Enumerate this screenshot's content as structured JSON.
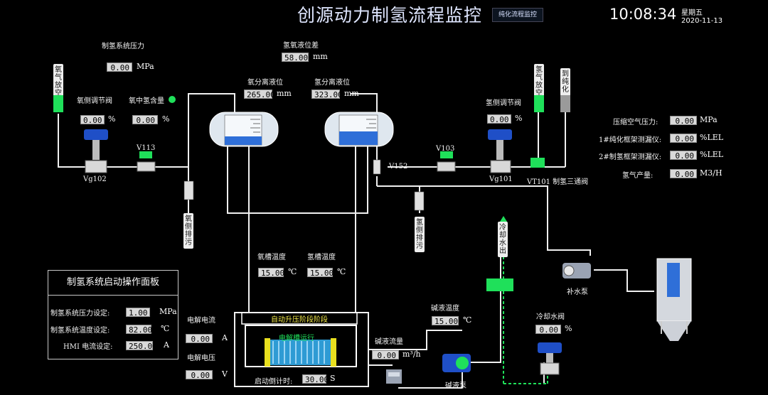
{
  "header": {
    "title": "创源动力制氢流程监控",
    "sub_button": "纯化流程监控",
    "time": "10:08:34",
    "weekday": "星期五",
    "date": "2020-11-13"
  },
  "sensors": {
    "system_pressure": {
      "label": "制氢系统压力",
      "value": "0.00",
      "unit": "MPa"
    },
    "level_diff": {
      "label": "氢氧液位差",
      "value": "58.00",
      "unit": "mm"
    },
    "o2_level": {
      "label": "氧分离液位",
      "value": "265.00",
      "unit": "mm"
    },
    "h2_level": {
      "label": "氢分离液位",
      "value": "323.00",
      "unit": "mm"
    },
    "o2_valve": {
      "label": "氧侧调节阀",
      "value": "0.00",
      "unit": "%"
    },
    "h2_in_o2": {
      "label": "氧中氢含量",
      "value": "0.00",
      "unit": "%"
    },
    "h2_valve": {
      "label": "氢侧调节阀",
      "value": "0.00",
      "unit": "%"
    },
    "air_pressure": {
      "label": "压缩空气压力:",
      "value": "0.00",
      "unit": "MPa"
    },
    "leak1": {
      "label": "1#纯化框架测漏仪:",
      "value": "0.00",
      "unit": "%LEL"
    },
    "leak2": {
      "label": "2#制氢框架测漏仪:",
      "value": "0.00",
      "unit": "%LEL"
    },
    "h2_output": {
      "label": "氢气产量:",
      "value": "0.00",
      "unit": "M3/H"
    },
    "o2_tank_temp": {
      "label": "氧槽温度",
      "value": "15.00",
      "unit": "℃"
    },
    "h2_tank_temp": {
      "label": "氢槽温度",
      "value": "15.00",
      "unit": "℃"
    },
    "current": {
      "label": "电解电流",
      "value": "0.00",
      "unit": "A"
    },
    "voltage": {
      "label": "电解电压",
      "value": "0.00",
      "unit": "V"
    },
    "lye_temp": {
      "label": "碱液温度",
      "value": "15.00",
      "unit": "℃"
    },
    "lye_flow": {
      "label": "碱液流量",
      "value": "0.00",
      "unit": "m³/h"
    },
    "cooling_valve": {
      "label": "冷却水阀",
      "value": "0.00",
      "unit": "%"
    }
  },
  "tags": {
    "o2_vent": "氧气放空",
    "h2_vent": "氢气放空",
    "to_purify": "到纯化",
    "o2_drain": "氧侧排污",
    "h2_drain": "氢侧排污",
    "cooling_out": "冷却水出"
  },
  "valves": {
    "vg102": "Vg102",
    "v113": "V113",
    "v152": "V152",
    "v103": "V103",
    "vg101": "Vg101",
    "vt101": "VT101 制氢三通阀"
  },
  "equipment": {
    "makeup_pump": "补水泵",
    "lye_pump": "碱液泵",
    "auto_stage": "自动升压阶段阶段",
    "cell_running": "电解槽运行",
    "countdown_label": "启动倒计时:",
    "countdown_value": "30.00",
    "countdown_unit": "S"
  },
  "panel": {
    "title": "制氢系统启动操作面板",
    "rows": [
      {
        "label": "制氢系统压力设定:",
        "value": "1.00",
        "unit": "MPa"
      },
      {
        "label": "制氢系统温度设定:",
        "value": "82.00",
        "unit": "℃"
      },
      {
        "label": "HMI 电流设定:",
        "value": "250.00",
        "unit": "A"
      }
    ]
  },
  "colors": {
    "green": "#1fe05a",
    "pipe": "#f0f0f0",
    "tank_blue": "#2f6fd8"
  }
}
